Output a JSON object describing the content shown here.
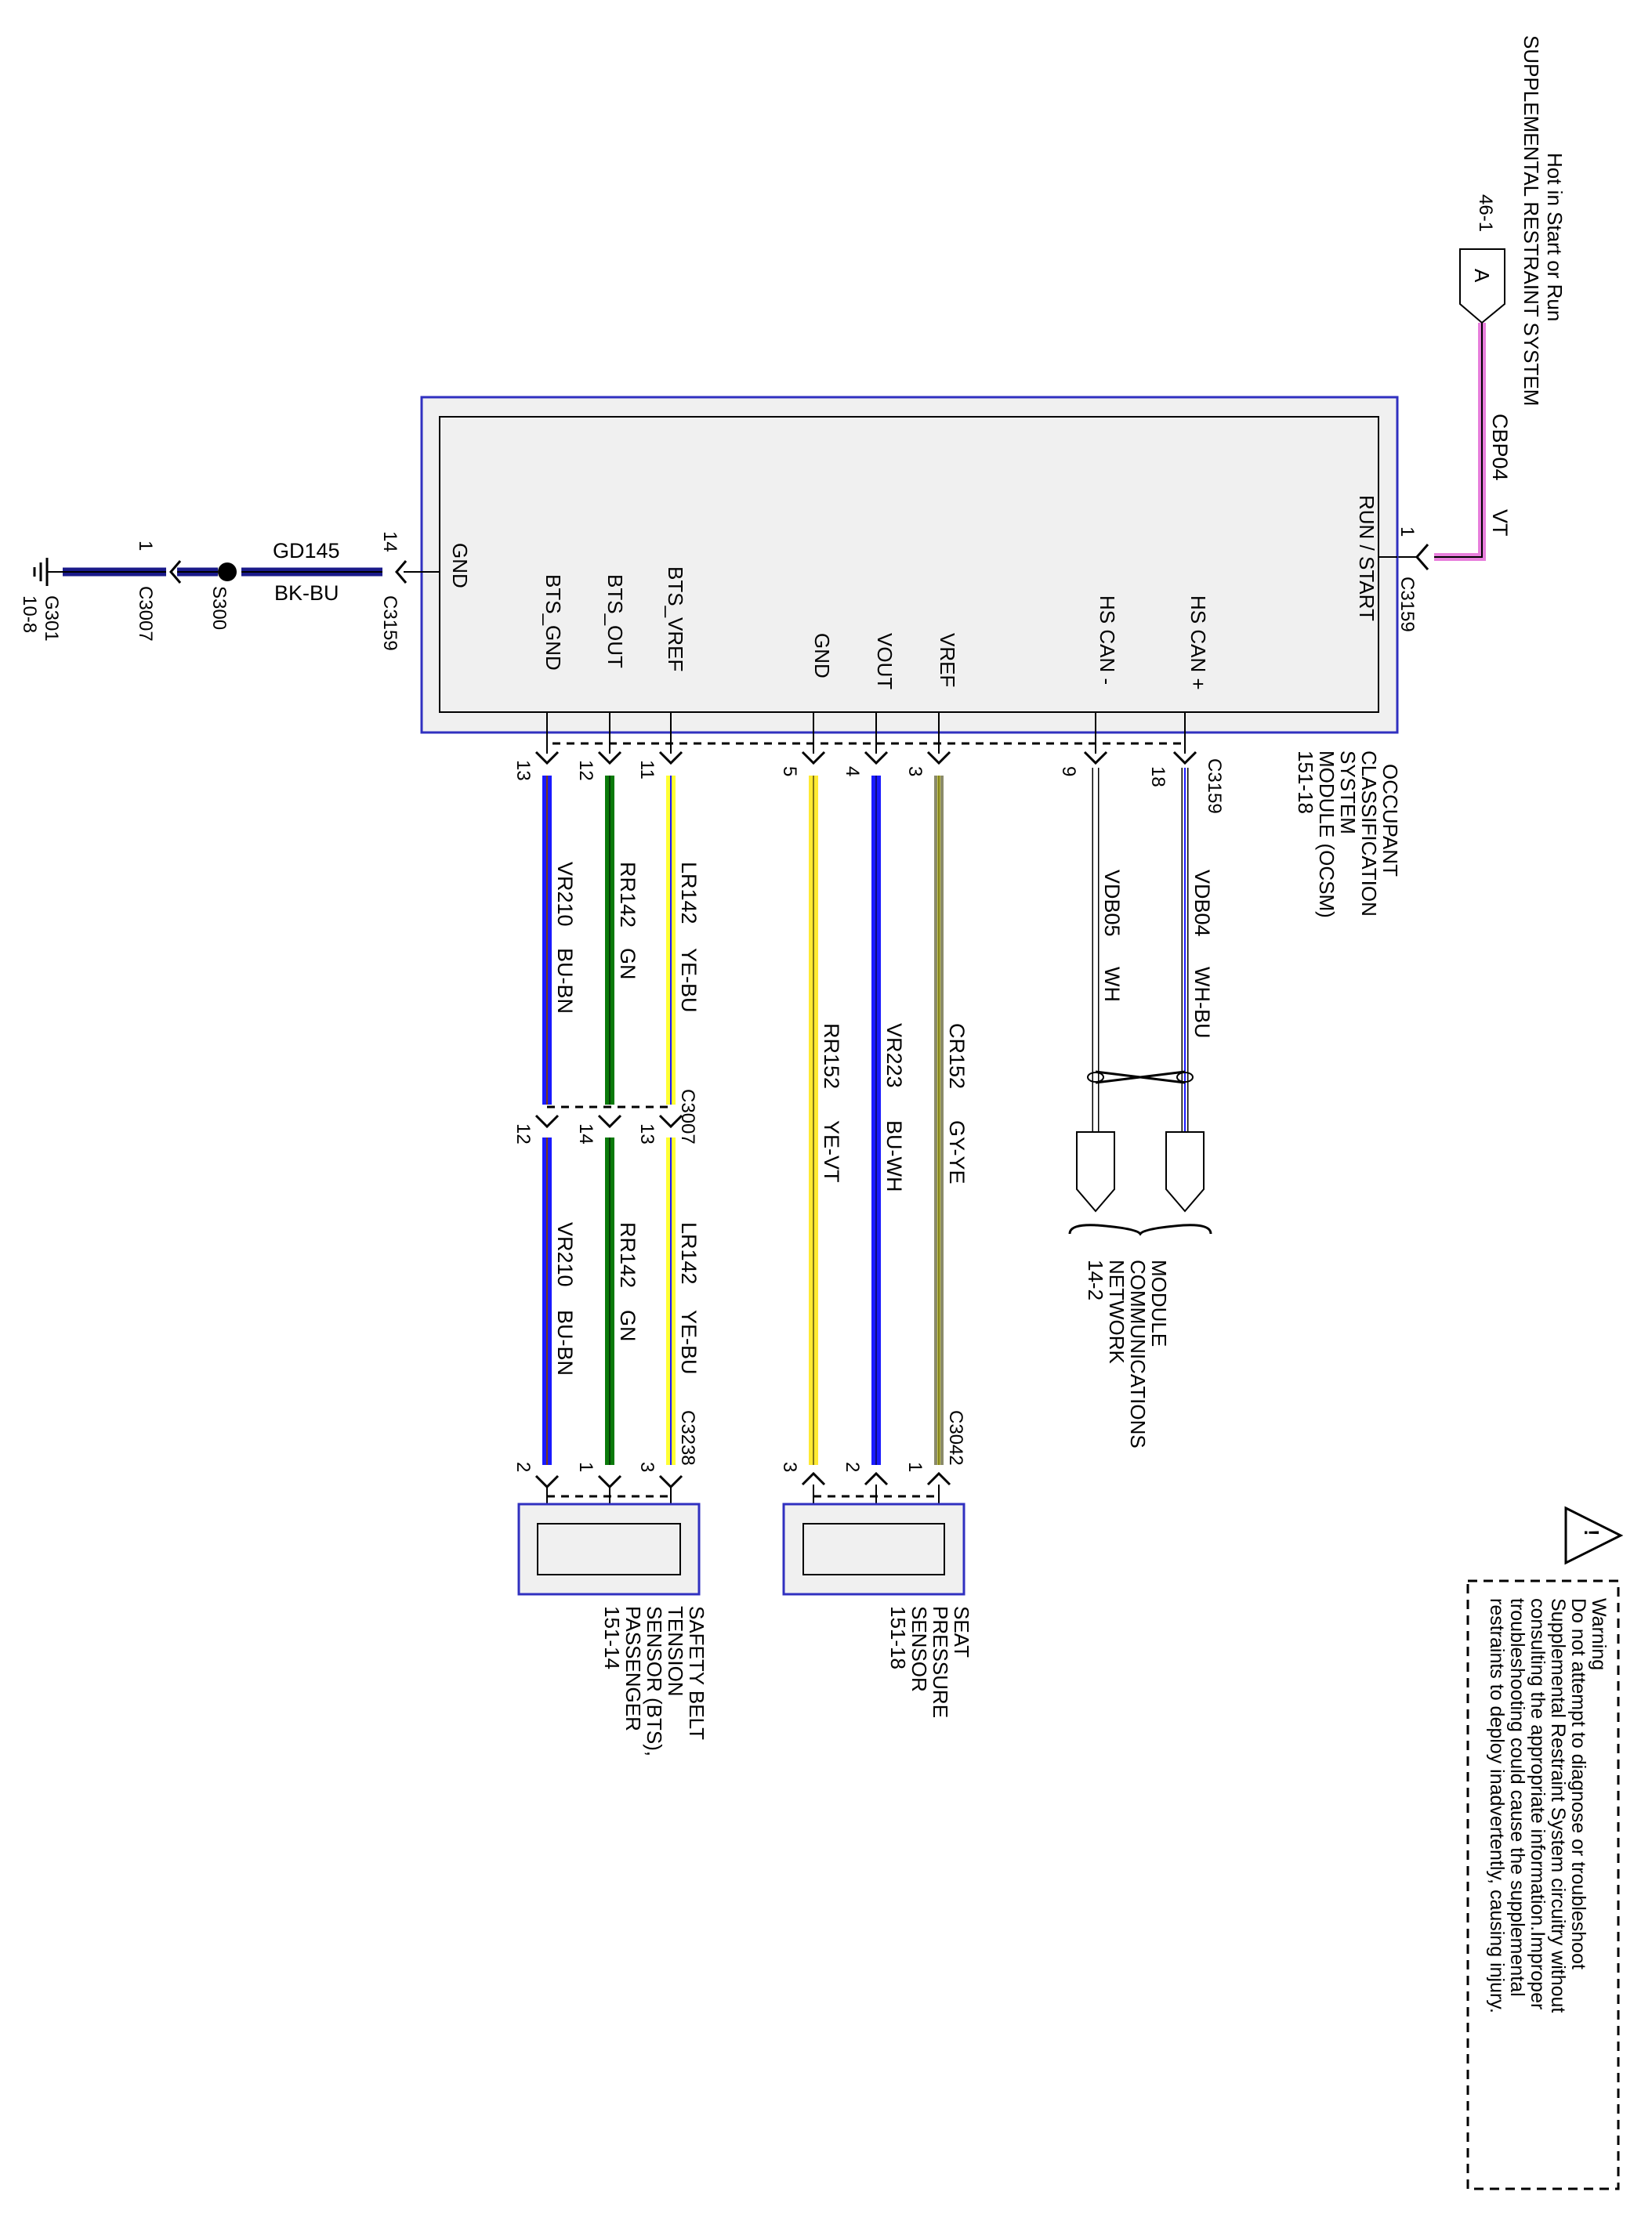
{
  "supply": {
    "line1": "Hot in Start or Run",
    "line2": "SUPPLEMENTAL RESTRAINT SYSTEM",
    "ref": "46-1",
    "letter": "A",
    "wire_code": "CBP04",
    "wire_color": "VT",
    "pin": "1",
    "connector": "C3159"
  },
  "module": {
    "pins": {
      "run_start": "RUN / START",
      "hs_can_plus": "HS CAN +",
      "hs_can_minus": "HS CAN -",
      "vref": "VREF",
      "vout": "VOUT",
      "gnd2": "GND",
      "bts_vref": "BTS_VREF",
      "bts_out": "BTS_OUT",
      "bts_gnd": "BTS_GND",
      "gnd": "GND"
    },
    "name": [
      "OCCUPANT",
      "CLASSIFICATION",
      "SYSTEM",
      "MODULE (OCSM)",
      "151-18"
    ],
    "bottom_connector": "C3159"
  },
  "ground": {
    "pin14": "14",
    "connector_c3159": "C3159",
    "wire_code": "GD145",
    "wire_color": "BK-BU",
    "splice": "S300",
    "pin1": "1",
    "connector_c3007": "C3007",
    "ground_id": "G301",
    "ground_ref": "10-8"
  },
  "can_wires": [
    {
      "pin": "18",
      "code": "VDB04",
      "color": "WH-BU"
    },
    {
      "pin": "9",
      "code": "VDB05",
      "color": "WH"
    }
  ],
  "network": [
    "MODULE",
    "COMMUNICATIONS",
    "NETWORK",
    "14-2"
  ],
  "seat_wires": [
    {
      "pin_top": "3",
      "code": "CR152",
      "color": "GY-YE",
      "pin_bottom": "1"
    },
    {
      "pin_top": "4",
      "code": "VR223",
      "color": "BU-WH",
      "pin_bottom": "2"
    },
    {
      "pin_top": "5",
      "code": "RR152",
      "color": "YE-VT",
      "pin_bottom": "3"
    }
  ],
  "seat_connector": "C3042",
  "seat_sensor": [
    "SEAT",
    "PRESSURE",
    "SENSOR",
    "151-18"
  ],
  "bts_wires": [
    {
      "pin_top": "11",
      "code": "LR142",
      "color": "YE-BU",
      "pin_mid": "13",
      "pin_bottom": "3"
    },
    {
      "pin_top": "12",
      "code": "RR142",
      "color": "GN",
      "pin_mid": "14",
      "pin_bottom": "1"
    },
    {
      "pin_top": "13",
      "code": "VR210",
      "color": "BU-BN",
      "pin_mid": "12",
      "pin_bottom": "2"
    }
  ],
  "c3007": "C3007",
  "c3238": "C3238",
  "bts_sensor": [
    "SAFETY BELT",
    "TENSION",
    "SENSOR (BTS),",
    "PASSENGER",
    "151-14"
  ],
  "warning": {
    "symbol": "!",
    "lines": [
      "Warning",
      "Do not attempt to diagnose or troubleshoot",
      "Supplemental Restraint System circuitry without",
      "consulting the appropriate information.Improper",
      "troubleshooting could cause the supplemental",
      "restraints to deploy inadvertently, causing injury."
    ]
  },
  "colors": {
    "violet": "#e87fdc",
    "blue": "#1a1aff",
    "white": "#ffffff",
    "gray": "#8a8a8a",
    "yellow": "#ffff33",
    "green": "#0a7a0a",
    "brown": "#7a3a1a",
    "black": "#000000",
    "box_border": "#3030c0"
  }
}
